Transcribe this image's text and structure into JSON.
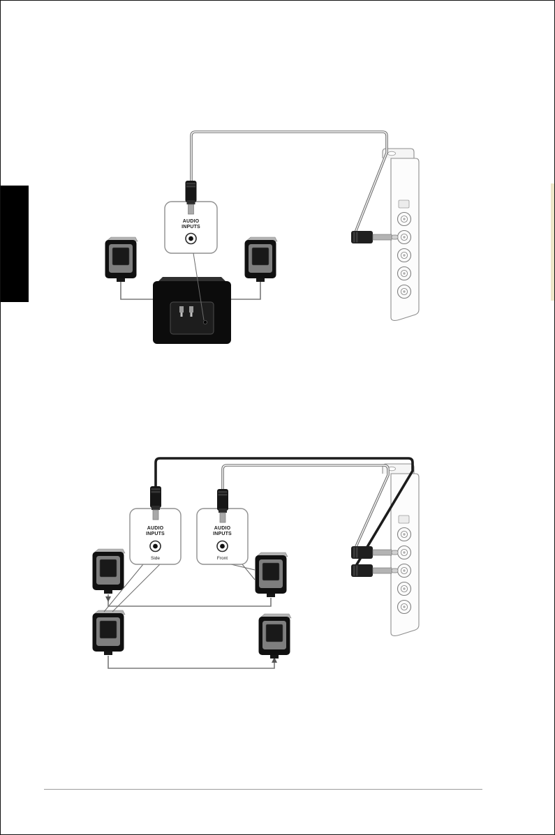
{
  "page": {
    "chapter_tab_color": "#000000",
    "edge_strip_color": "#ede6c8",
    "footer_divider_color": "#9b9b9b"
  },
  "diagram1": {
    "audio_inputs_box": {
      "line1": "AUDIO",
      "line2": "INPUTS"
    }
  },
  "diagram2": {
    "side_box": {
      "line1": "AUDIO",
      "line2": "INPUTS",
      "sublabel": "Side"
    },
    "front_box": {
      "line1": "AUDIO",
      "line2": "INPUTS",
      "sublabel": "Front"
    }
  }
}
